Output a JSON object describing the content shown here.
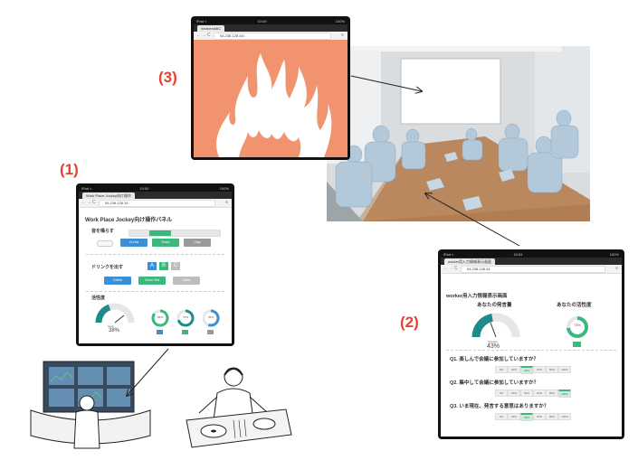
{
  "labels": {
    "panel1": "(1)",
    "panel2": "(2)",
    "panel3": "(3)"
  },
  "tablet3": {
    "status_left": "iPad ≈",
    "status_time": "10:49",
    "status_right": "100%",
    "tab": "WorkersMIC",
    "url": "54.238.128.34/..."
  },
  "tablet1": {
    "status_left": "iPad ≈",
    "status_time": "10:50",
    "status_right": "100%",
    "tab": "Work Place Jockey向け操作",
    "url": "54.238.128.34",
    "title": "Work Place Jockey向け操作パネル",
    "sound_title": "音を鳴らす",
    "sound_buttons": [
      "Hi-Hat",
      "Snare",
      "Clap"
    ],
    "drink_title": "ドリンクを出す",
    "drink_letters": [
      "A",
      "B",
      "C"
    ],
    "drink_buttons": [
      "Coffee",
      "Green Tea",
      "Water"
    ],
    "activity_title": "活性度",
    "gauge_value": "38%",
    "gauge_label": "Total",
    "donut_values": [
      "85%",
      "70%",
      "55%"
    ]
  },
  "tablet2": {
    "status_left": "iPad ≈",
    "status_time": "10:54",
    "status_right": "100%",
    "tab": "worker用入力情報表示画面",
    "url": "54.238.128.34",
    "title": "worker用入力情報表示画面",
    "speech_title": "あなたの発言量",
    "speech_value": "43%",
    "speech_label": "Speaker",
    "activity_title": "あなたの活性度",
    "activity_value": "73%",
    "q1": "Q1. 楽しんで会議に参加していますか？",
    "q2": "Q2. 集中して会議に参加していますか？",
    "q3": "Q3. いま現在、発言する意思はありますか？",
    "scale_labels": [
      "0%",
      "20%",
      "40%",
      "60%",
      "80%",
      "100%"
    ],
    "q1_value": 0.3,
    "q2_value": 0.9,
    "q3_value": 0.3
  },
  "colors": {
    "label": "#e8402a",
    "fire_bg": "#f1936e",
    "teal": "#1f8a8a",
    "green": "#3bb87c",
    "blue": "#3b8fd6",
    "grey_btn": "#9a9a9a"
  }
}
